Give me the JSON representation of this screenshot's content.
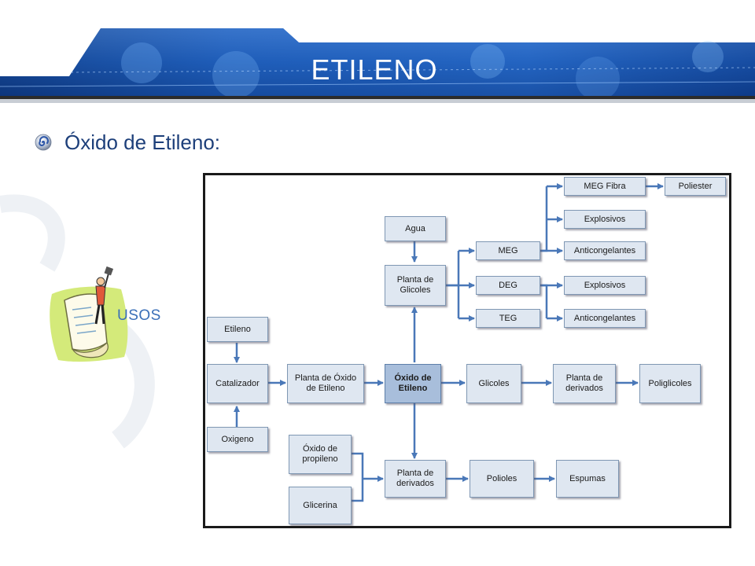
{
  "slide": {
    "title": "ETILENO",
    "bullet": "Óxido de Etileno:",
    "side_label": "USOS"
  },
  "colors": {
    "header_blue": "#1e5bb5",
    "title_text": "#ffffff",
    "bullet_text": "#1d3f7a",
    "node_fill": "#dfe7f1",
    "node_center_fill": "#a8bedb",
    "arrow": "#4a78b8"
  },
  "icons": {
    "bullet": "spiral-bullet-icon",
    "clipart": "person-on-scroll-clipart"
  },
  "diagram": {
    "nodes": {
      "etileno": "Etileno",
      "catalizador": "Catalizador",
      "oxigeno": "Oxigeno",
      "planta_oxido": "Planta de Óxido de Etileno",
      "oxido_etileno": "Óxido de Etileno",
      "glicoles": "Glicoles",
      "planta_derivados_1": "Planta de derivados",
      "poliglicoles": "Poliglicoles",
      "agua": "Agua",
      "planta_glicoles": "Planta de Glicoles",
      "meg": "MEG",
      "deg": "DEG",
      "teg": "TEG",
      "meg_fibra": "MEG Fibra",
      "poliester": "Poliester",
      "explosivos_1": "Explosivos",
      "anticongelantes_1": "Anticongelantes",
      "explosivos_2": "Explosivos",
      "anticongelantes_2": "Anticongelantes",
      "oxido_propileno": "Óxido de propileno",
      "glicerina": "Glicerina",
      "planta_derivados_2": "Planta de derivados",
      "polioles": "Polioles",
      "espumas": "Espumas"
    }
  }
}
